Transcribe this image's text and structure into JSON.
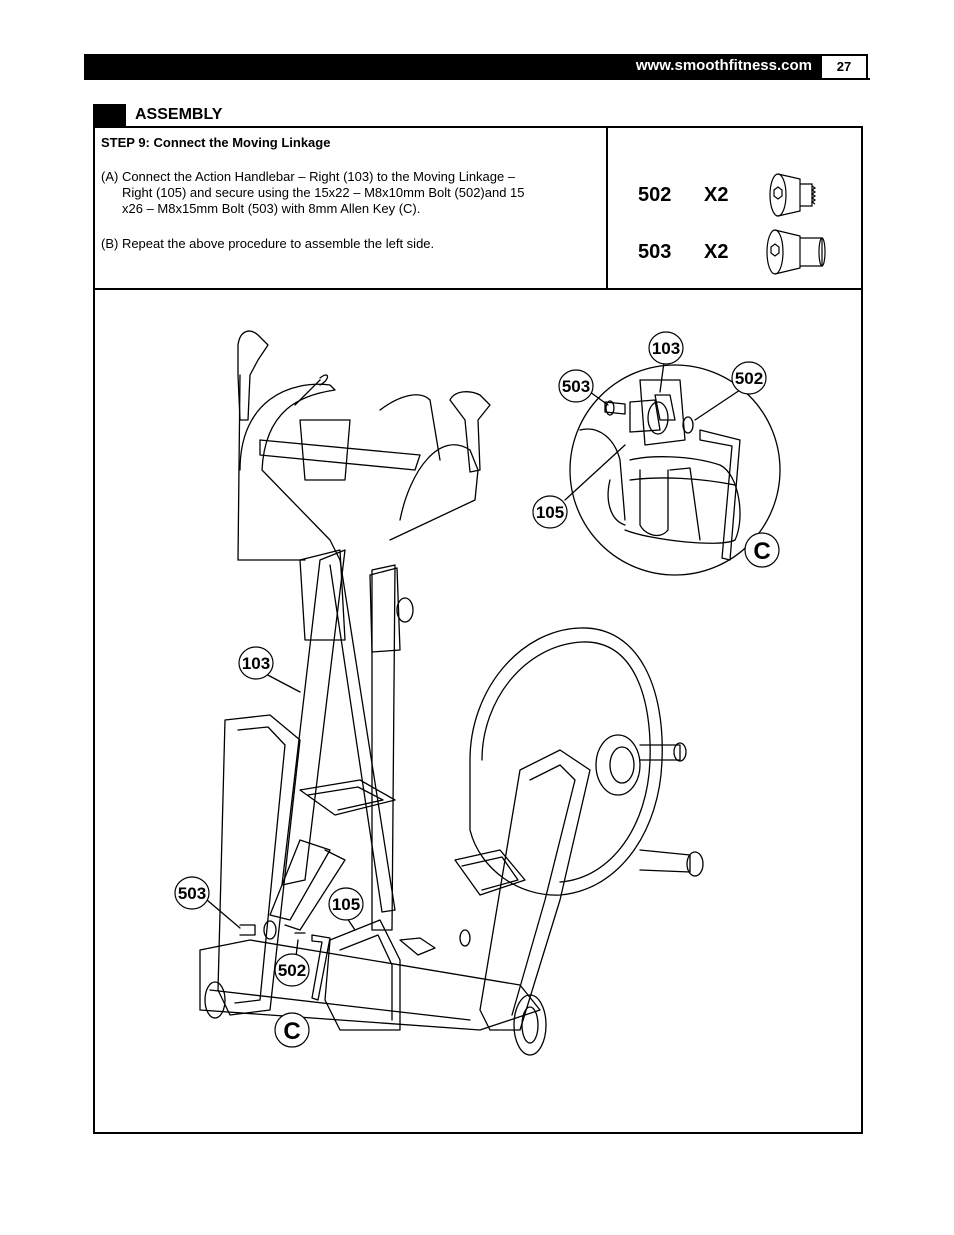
{
  "header": {
    "website": "www.smoothfitness.com",
    "page_number": "27"
  },
  "section": {
    "title": "ASSEMBLY"
  },
  "step": {
    "title": "STEP 9: Connect the Moving Linkage",
    "instruction_a_line1": "(A) Connect the Action Handlebar – Right (103) to the Moving Linkage –",
    "instruction_a_line2": "Right (105) and secure using the 15x22 – M8x10mm Bolt (502)and 15",
    "instruction_a_line3": "x26 – M8x15mm Bolt  (503) with 8mm Allen Key (C).",
    "instruction_b": "(B) Repeat the above procedure to assemble the left side."
  },
  "parts": [
    {
      "part": "502",
      "qty": "X2",
      "icon": "bolt-502-icon"
    },
    {
      "part": "503",
      "qty": "X2",
      "icon": "bolt-503-icon"
    }
  ],
  "callouts": {
    "detail_103": "103",
    "detail_503": "503",
    "detail_502": "502",
    "detail_105": "105",
    "detail_c": "C",
    "main_103": "103",
    "main_503": "503",
    "main_105": "105",
    "main_502": "502",
    "main_c": "C"
  }
}
